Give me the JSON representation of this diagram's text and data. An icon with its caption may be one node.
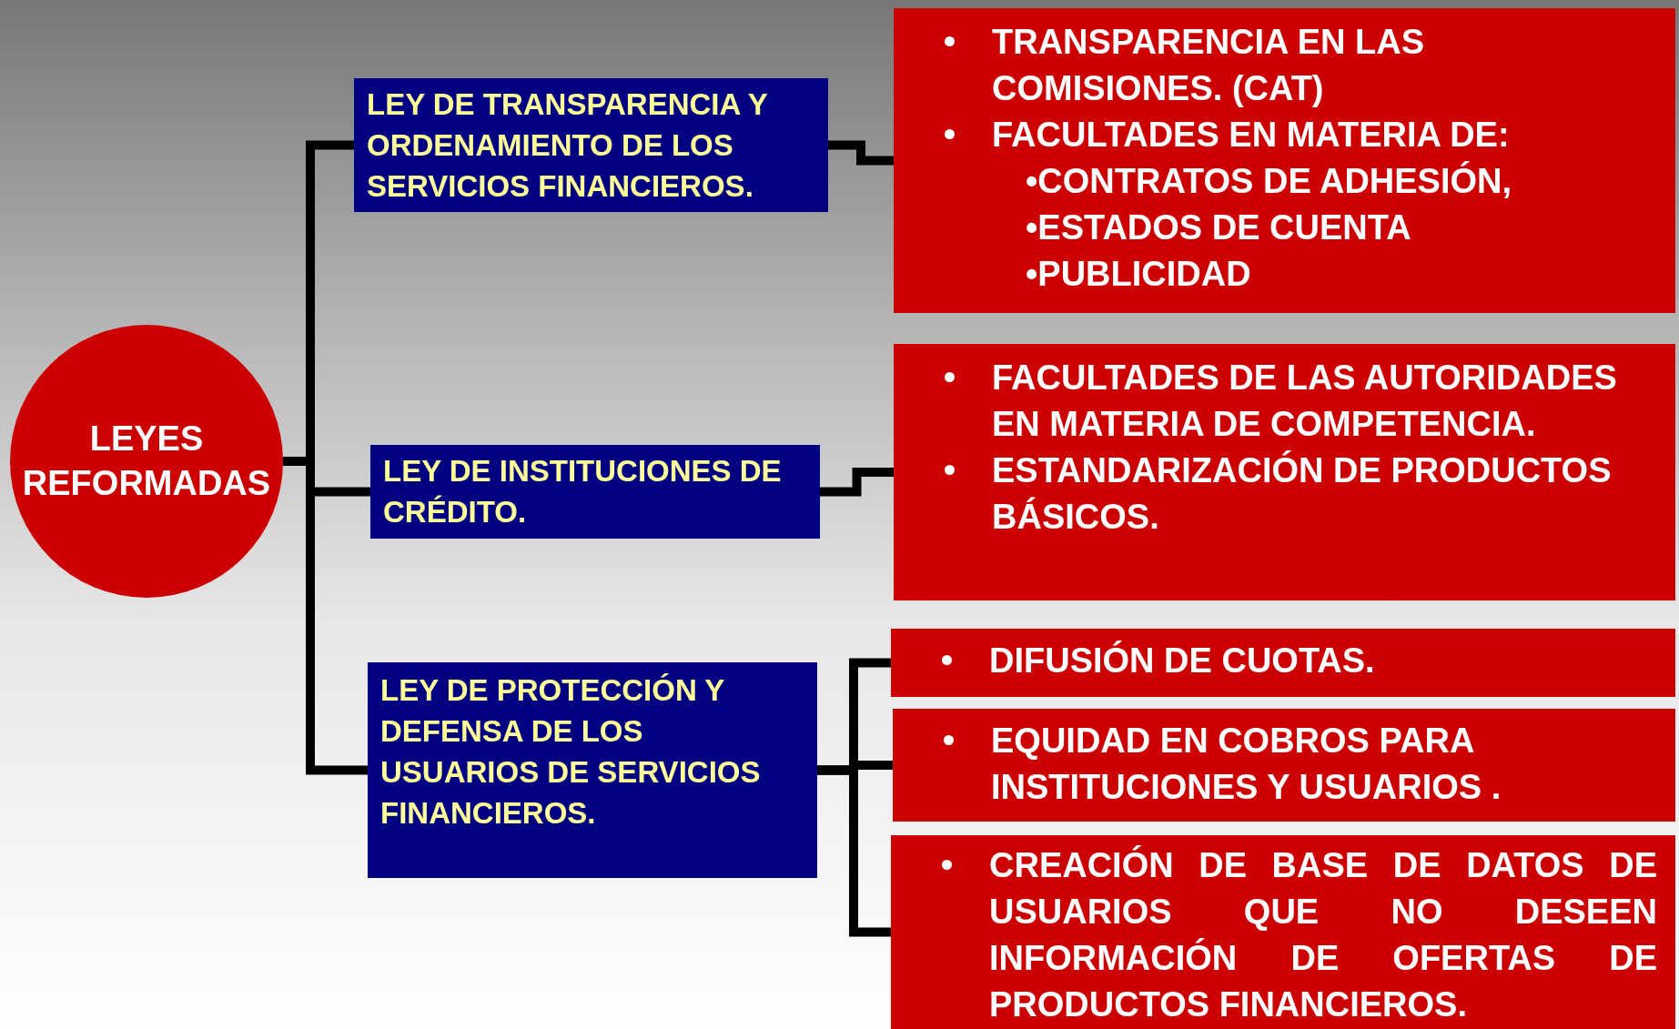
{
  "diagram": {
    "nodes": [
      {
        "text": [
          "LEYES REFORMADAS"
        ]
      },
      {
        "text": [
          "LEY DE TRANSPARENCIA Y ORDENAMIENTO DE LOS SERVICIOS FINANCIEROS."
        ]
      },
      {
        "text": [
          "LEY DE INSTITUCIONES DE CRÉDITO."
        ]
      },
      {
        "text": [
          "LEY DE PROTECCIÓN Y DEFENSA DE LOS USUARIOS DE SERVICIOS FINANCIEROS."
        ]
      },
      {
        "text": [
          "TRANSPARENCIA EN LAS COMISIONES. (CAT)",
          "FACULTADES EN MATERIA DE:",
          "•CONTRATOS DE ADHESIÓN,",
          "•ESTADOS DE CUENTA",
          "•PUBLICIDAD"
        ]
      },
      {
        "text": [
          "FACULTADES DE LAS AUTORIDADES EN MATERIA DE COMPETENCIA.",
          "ESTANDARIZACIÓN DE PRODUCTOS BÁSICOS."
        ]
      },
      {
        "text": [
          "DIFUSIÓN DE CUOTAS."
        ]
      },
      {
        "text": [
          "EQUIDAD EN COBROS PARA INSTITUCIONES Y USUARIOS ."
        ]
      },
      {
        "text": [
          "CREACIÓN DE BASE DE DATOS DE USUARIOS QUE NO DESEEN INFORMACIÓN DE OFERTAS DE PRODUCTOS FINANCIEROS."
        ]
      }
    ],
    "edges": [
      {
        "from": 0,
        "to": 1,
        "arrow": "none"
      },
      {
        "from": 0,
        "to": 2,
        "arrow": "none"
      },
      {
        "from": 0,
        "to": 3,
        "arrow": "none"
      },
      {
        "from": 1,
        "to": 4,
        "arrow": "none"
      },
      {
        "from": 2,
        "to": 5,
        "arrow": "none"
      },
      {
        "from": 3,
        "to": 6,
        "arrow": "none"
      },
      {
        "from": 3,
        "to": 7,
        "arrow": "none"
      },
      {
        "from": 3,
        "to": 8,
        "arrow": "none"
      }
    ]
  }
}
